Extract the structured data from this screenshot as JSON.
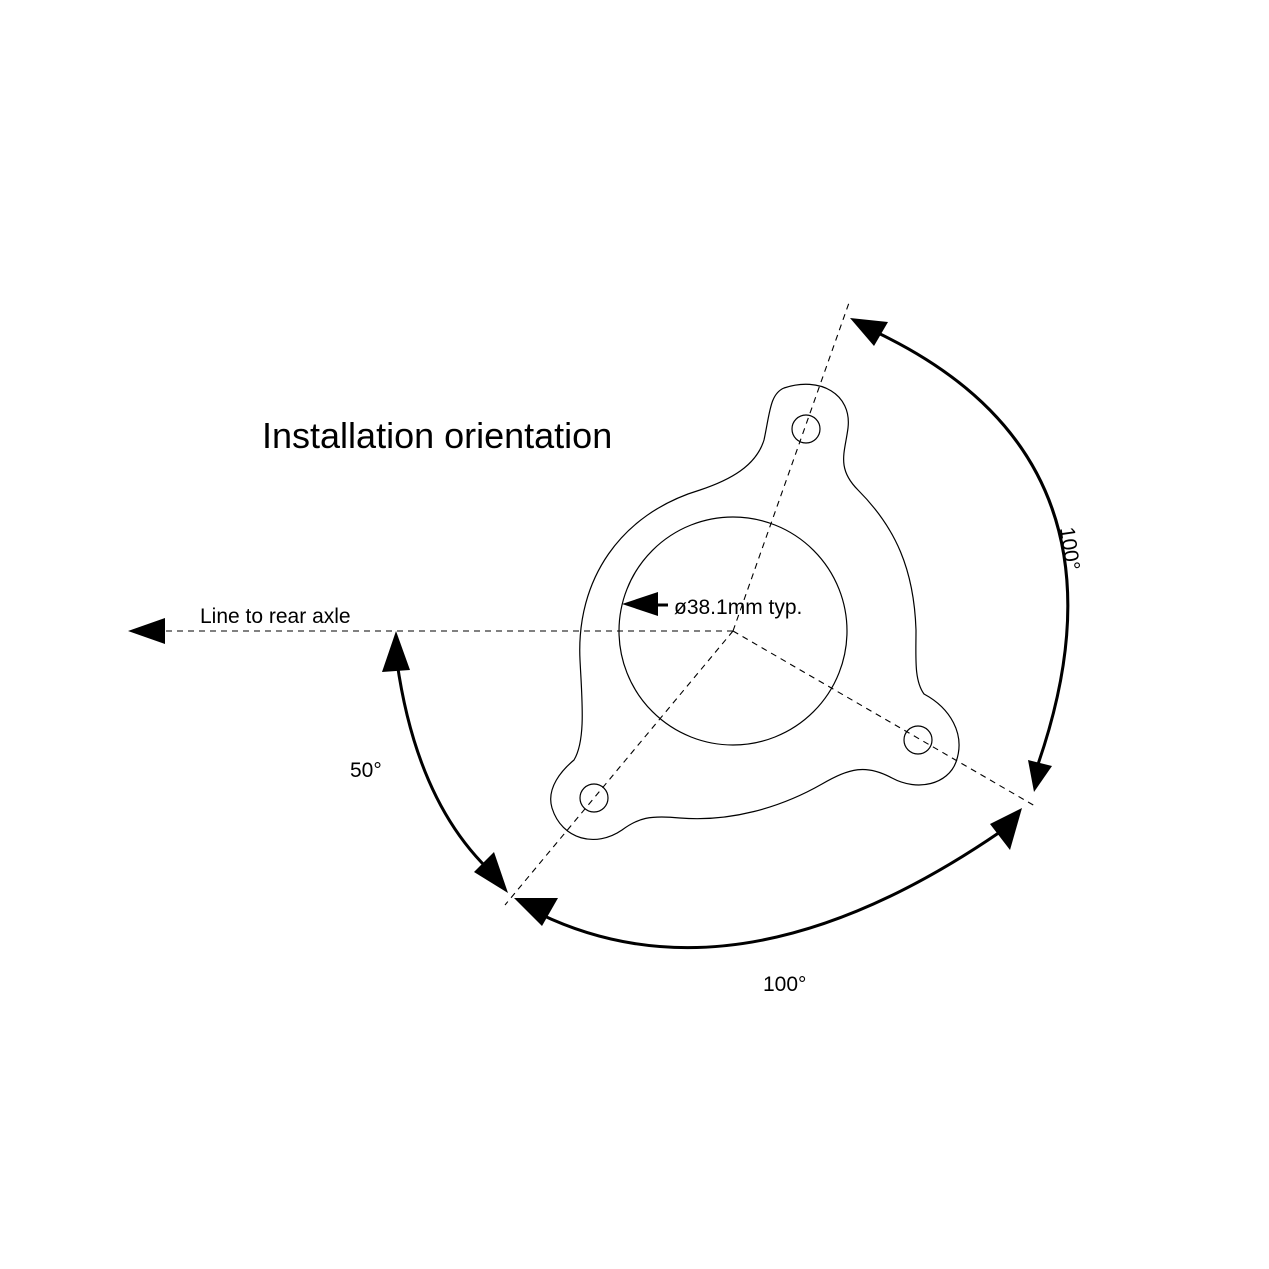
{
  "diagram": {
    "title": "Installation orientation",
    "rear_axle_label": "Line to rear axle",
    "bore_label": "ø38.1mm typ.",
    "angles": {
      "lower_left": "50°",
      "bottom": "100°",
      "right": "100°"
    },
    "colors": {
      "ink": "#000000",
      "background": "#ffffff"
    }
  }
}
